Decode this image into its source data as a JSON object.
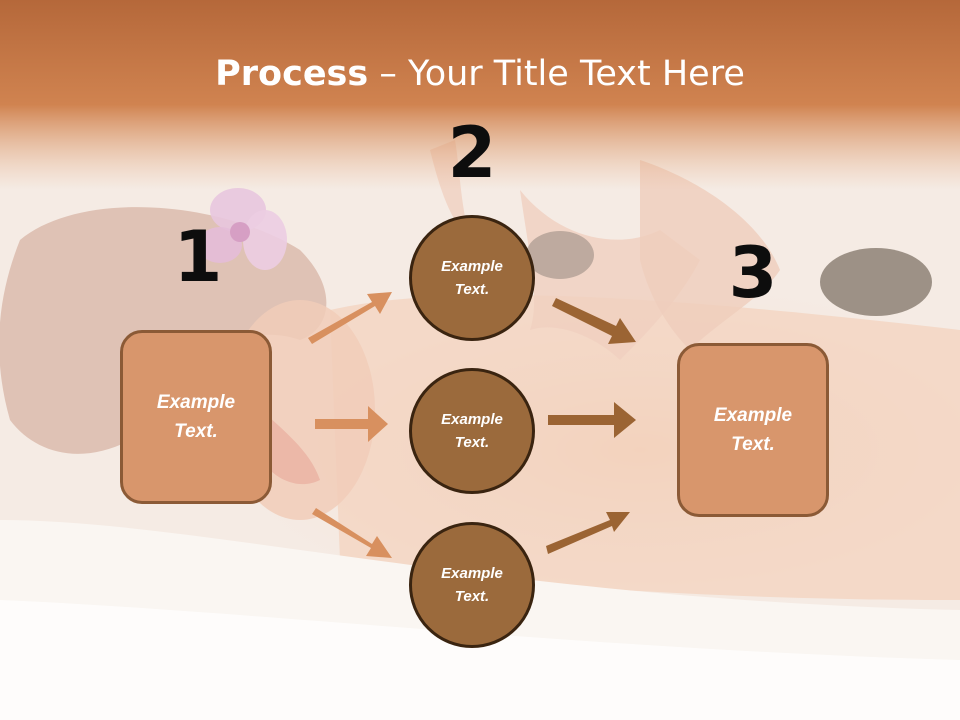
{
  "title": {
    "bold": "Process",
    "rest": " – Your Title Text Here"
  },
  "steps": [
    {
      "number": "1",
      "text": "Example\nText."
    },
    {
      "number": "2",
      "text": ""
    },
    {
      "number": "3",
      "text": "Example\nText."
    }
  ],
  "circles": [
    {
      "text": "Example\nText."
    },
    {
      "text": "Example\nText."
    },
    {
      "text": "Example\nText."
    }
  ],
  "colors": {
    "header": "#c97a4a",
    "box_fill": "#d8966c",
    "box_border": "#8b5a36",
    "circle_fill": "#9b6a3c",
    "circle_border": "#3a2410",
    "arrow_light": "#d8905f",
    "arrow_dark": "#9b6433"
  }
}
